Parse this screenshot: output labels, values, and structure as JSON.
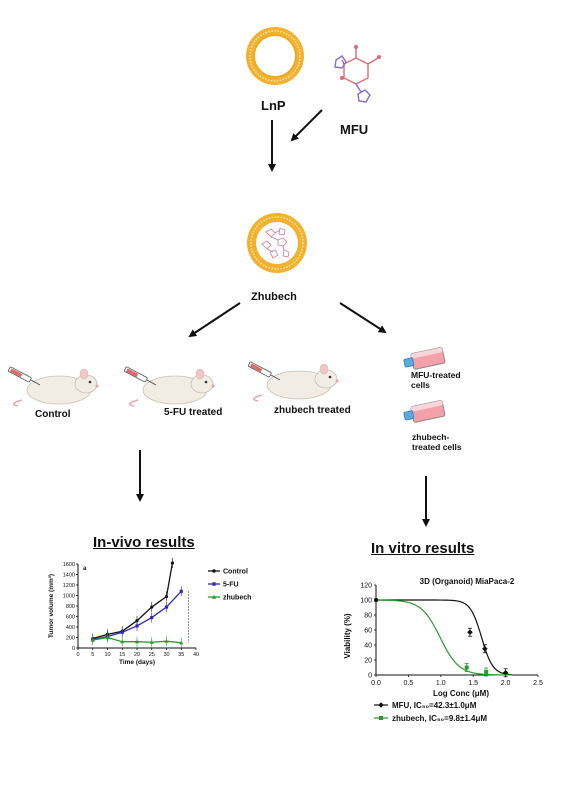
{
  "top": {
    "lnp_label": "LnP",
    "mfu_label": "MFU",
    "zhubech_label": "Zhubech"
  },
  "invivo": {
    "groups": [
      "Control",
      "5-FU treated",
      "zhubech treated"
    ],
    "results_title": "In-vivo results"
  },
  "invitro": {
    "mfu_cells_label": [
      "MFU-treated",
      "cells"
    ],
    "zhubech_cells_label": [
      "zhubech-",
      "treated cells"
    ],
    "results_title": "In vitro results"
  },
  "chart_data": [
    {
      "type": "line",
      "panel_letter": "a",
      "xlabel": "Time (days)",
      "ylabel": "Tumor volume (mm³)",
      "xlim": [
        0,
        40
      ],
      "ylim": [
        0,
        1600
      ],
      "xticks": [
        0,
        5,
        10,
        15,
        20,
        25,
        30,
        35,
        40
      ],
      "yticks": [
        0,
        200,
        400,
        600,
        800,
        1000,
        1200,
        1400,
        1600
      ],
      "legend_position": "right",
      "series": [
        {
          "name": "Control",
          "color": "#111111",
          "marker": "circle",
          "x": [
            5,
            10,
            15,
            20,
            25,
            30,
            32
          ],
          "y": [
            180,
            260,
            320,
            520,
            780,
            980,
            1620
          ]
        },
        {
          "name": "5-FU",
          "color": "#2b2bb5",
          "marker": "square",
          "x": [
            5,
            10,
            15,
            20,
            25,
            30,
            35
          ],
          "y": [
            160,
            220,
            300,
            420,
            580,
            780,
            1080
          ]
        },
        {
          "name": "zhubech",
          "color": "#2e9a2e",
          "marker": "triangle",
          "x": [
            5,
            10,
            15,
            20,
            25,
            30,
            35
          ],
          "y": [
            150,
            200,
            120,
            120,
            110,
            130,
            100
          ]
        }
      ]
    },
    {
      "type": "line",
      "title": "3D (Organoid) MiaPaca-2",
      "xlabel": "Log Conc (μM)",
      "ylabel": "Viability (%)",
      "xlim": [
        0,
        2.5
      ],
      "ylim": [
        0,
        120
      ],
      "xticks": [
        "0.0",
        "0.5",
        "1.0",
        "1.5",
        "2.0",
        "2.5"
      ],
      "yticks": [
        "0",
        "20",
        "40",
        "60",
        "80",
        "100",
        "120"
      ],
      "legend_position": "below",
      "series": [
        {
          "name": "MFU, IC₅₀=42.3±1.0μM",
          "color": "#111111",
          "marker": "diamond",
          "ic50_log": 1.63,
          "hill": 5,
          "points_x": [
            1.45,
            1.68,
            2.0
          ],
          "points_y": [
            57,
            35,
            3
          ]
        },
        {
          "name": "zhubech, IC₅₀=9.8±1.4μM",
          "color": "#2e9a2e",
          "marker": "square",
          "ic50_log": 0.99,
          "hill": 3,
          "points_x": [
            1.4,
            1.7
          ],
          "points_y": [
            10,
            4
          ]
        }
      ]
    }
  ]
}
